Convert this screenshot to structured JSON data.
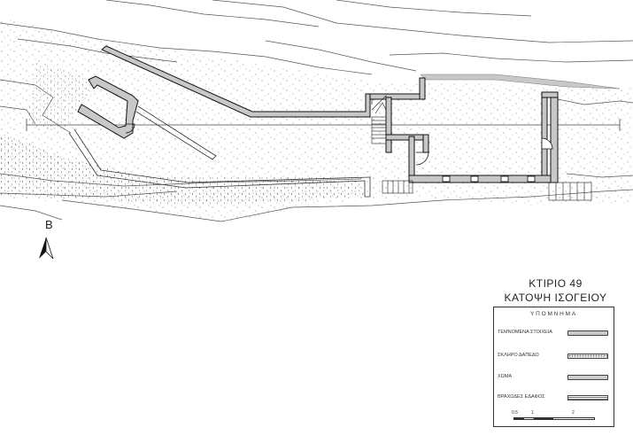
{
  "north_arrow": {
    "label": "B"
  },
  "title": {
    "line1": "ΚΤΙΡΙΟ  49",
    "line2": "ΚΑΤΟΨΗ ΙΣΟΓΕΙΟΥ"
  },
  "legend": {
    "title": "ΥΠΟΜΝΗΜΑ",
    "items": [
      {
        "label": "ΤΕΜΝΟΜΕΝΑ ΣΤΟΙΧΕΙΑ"
      },
      {
        "label": "ΣΚΛΗΡΟ ΔΑΠΕΔΟ"
      },
      {
        "label": "ΧΩΜΑ"
      },
      {
        "label": "ΒΡΑΧΩΔΕΣ ΕΔΑΦΟΣ"
      }
    ],
    "scale": {
      "ticks": [
        "0.5",
        "1",
        "2"
      ]
    }
  }
}
